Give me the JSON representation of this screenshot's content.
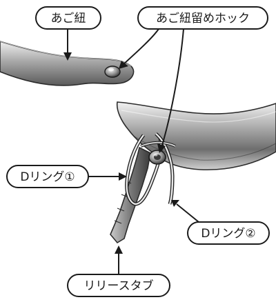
{
  "labels": {
    "chin_strap": "あご紐",
    "chin_strap_hook": "あご紐留めホック",
    "d_ring_1": "Dリング①",
    "d_ring_2": "Dリング②",
    "release_tab": "リリースタブ"
  },
  "colors": {
    "strap_light": "#d9d9d9",
    "strap_mid": "#9a9a9a",
    "strap_dark": "#4a4a4a",
    "outline": "#1a1a1a"
  }
}
